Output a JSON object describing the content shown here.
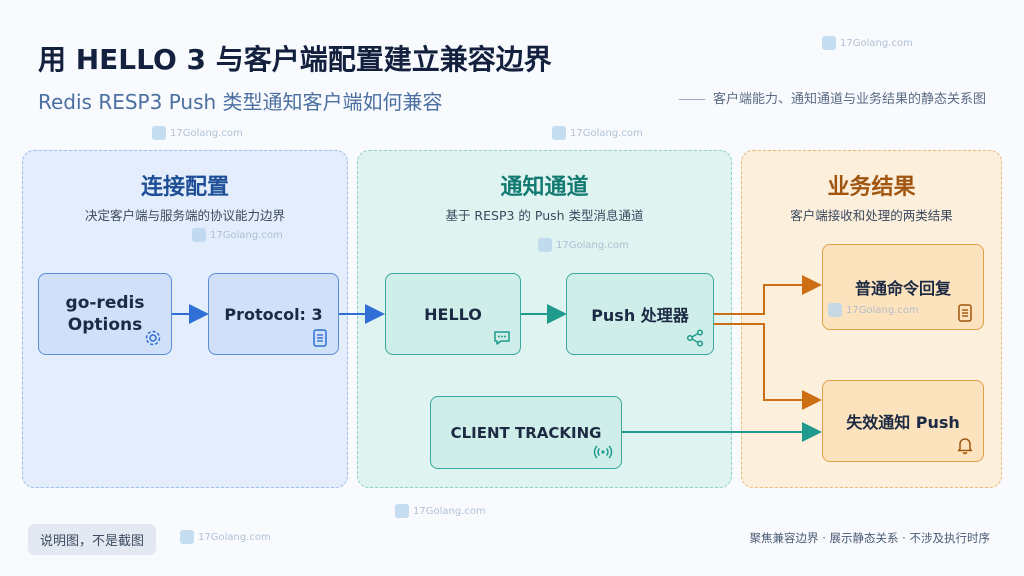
{
  "header": {
    "title": "用 HELLO 3 与客户端配置建立兼容边界",
    "subtitle": "Redis RESP3 Push 类型通知客户端如何兼容",
    "caption": "客户端能力、通知通道与业务结果的静态关系图"
  },
  "watermark": "17Golang.com",
  "panels": {
    "connection": {
      "title": "连接配置",
      "desc": "决定客户端与服务端的协议能力边界"
    },
    "channel": {
      "title": "通知通道",
      "desc": "基于 RESP3 的 Push 类型消息通道"
    },
    "result": {
      "title": "业务结果",
      "desc": "客户端接收和处理的两类结果"
    }
  },
  "nodes": {
    "options_l1": "go-redis",
    "options_l2": "Options",
    "protocol": "Protocol: 3",
    "hello": "HELLO",
    "push_handler": "Push 处理器",
    "client_tracking": "CLIENT TRACKING",
    "normal_reply": "普通命令回复",
    "invalidation": "失效通知 Push"
  },
  "icons": {
    "options": "gear-icon",
    "protocol": "document-icon",
    "hello": "chat-bubble-icon",
    "push_handler": "share-icon",
    "client_tracking": "broadcast-icon",
    "normal_reply": "document-icon",
    "invalidation": "bell-icon"
  },
  "colors": {
    "blue": "#2f6fd6",
    "teal": "#1f9a8c",
    "orange": "#cc6f14"
  },
  "footer": {
    "note": "说明图，不是截图",
    "right": "聚焦兼容边界 · 展示静态关系 · 不涉及执行时序"
  }
}
